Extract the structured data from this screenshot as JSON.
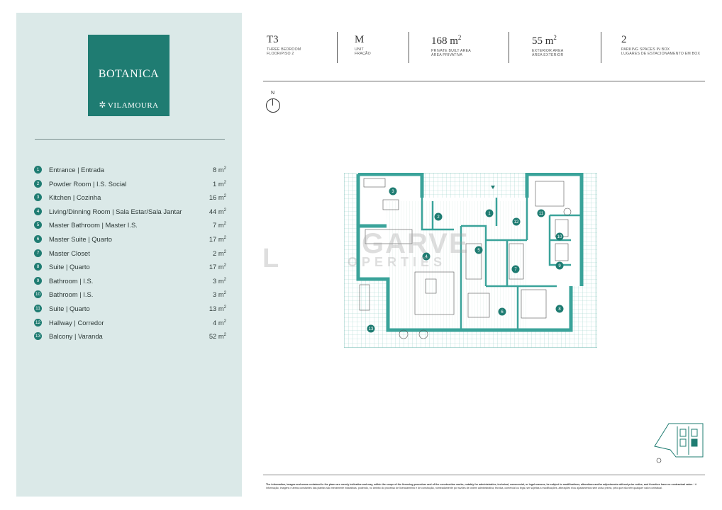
{
  "logo": {
    "brand": "BOTANICA",
    "place": "VILAMOURA"
  },
  "rooms": [
    {
      "num": "1",
      "label": "Entrance | Entrada",
      "area": "8 m",
      "unit": "2"
    },
    {
      "num": "2",
      "label": "Powder Room | I.S. Social",
      "area": "1 m",
      "unit": "2"
    },
    {
      "num": "3",
      "label": "Kitchen | Cozinha",
      "area": "16 m",
      "unit": "2"
    },
    {
      "num": "4",
      "label": "Living/Dinning Room | Sala Estar/Sala Jantar",
      "area": "44 m",
      "unit": "2"
    },
    {
      "num": "5",
      "label": "Master Bathroom | Master I.S.",
      "area": "7 m",
      "unit": "2"
    },
    {
      "num": "6",
      "label": "Master Suite | Quarto",
      "area": "17 m",
      "unit": "2"
    },
    {
      "num": "7",
      "label": "Master Closet",
      "area": "2 m",
      "unit": "2"
    },
    {
      "num": "8",
      "label": "Suite | Quarto",
      "area": "17 m",
      "unit": "2"
    },
    {
      "num": "9",
      "label": "Bathroom | I.S.",
      "area": "3 m",
      "unit": "2"
    },
    {
      "num": "10",
      "label": "Bathroom | I.S.",
      "area": "3 m",
      "unit": "2"
    },
    {
      "num": "11",
      "label": "Suite | Quarto",
      "area": "13 m",
      "unit": "2"
    },
    {
      "num": "12",
      "label": "Hallway | Corredor",
      "area": "4 m",
      "unit": "2"
    },
    {
      "num": "13",
      "label": "Balcony | Varanda",
      "area": "52 m",
      "unit": "2"
    }
  ],
  "header": {
    "type": {
      "value": "T3",
      "line1": "THREE BEDROOM",
      "line2": "FLOOR/PISO 2"
    },
    "unit": {
      "value": "M",
      "line1": "UNIT",
      "line2": "FRAÇÃO"
    },
    "private": {
      "value": "168 m",
      "sup": "2",
      "line1": "PRIVATE BUILT AREA",
      "line2": "ÁREA PRIVATIVA"
    },
    "exterior": {
      "value": "55 m",
      "sup": "2",
      "line1": "EXTERIOR AREA",
      "line2": "ÁREA EXTERIOR"
    },
    "parking": {
      "value": "2",
      "line1": "PARKING SPACES IN BOX",
      "line2": "LUGARES DE ESTACIONAMENTO EM BOX"
    }
  },
  "compass": {
    "label": "N"
  },
  "watermark": {
    "line1": "GARVE",
    "line2": "OPERTIES",
    "prefix": "L"
  },
  "plan_labels": [
    "1",
    "2",
    "3",
    "4",
    "5",
    "6",
    "7",
    "8",
    "9",
    "10",
    "11",
    "12",
    "13"
  ],
  "colors": {
    "accent": "#1f7c72",
    "sidebar": "#dbe9e8",
    "wall": "#3aa39a"
  },
  "disclaimer": {
    "bold": "The information, images and areas contained in the plans are merely indicative and may, within the scope of the licensing procedure and of the construction works, notably for administrative, technical, commercial, or legal reasons, be subject to modifications, alterations and/or adjustments without prior notice, and therefore have no contractual value.",
    "normal": "/ A informação, imagens e áreas constantes das plantas são meramente indicativas, podendo, no âmbito do processo de licenciamento e de construção, nomeadamente por razões de ordem administrativa, técnica, comercial ou legal, ser sujeitas a modificações, alterações e/ou ajustamentos sem aviso prévio, pelo que não têm qualquer valor contratual."
  }
}
